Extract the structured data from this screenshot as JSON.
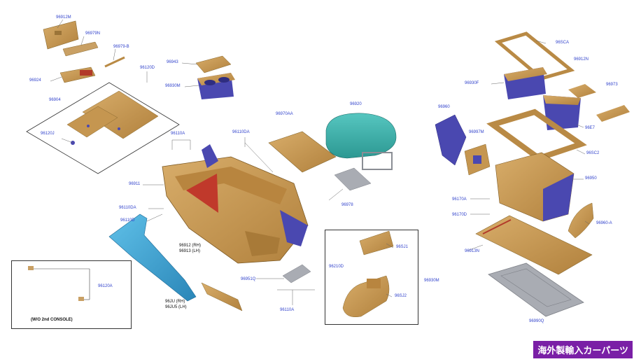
{
  "diagram": {
    "labels": [
      {
        "id": "l1",
        "text": "96912M"
      },
      {
        "id": "l2",
        "text": "96979N"
      },
      {
        "id": "l3",
        "text": "96979-B"
      },
      {
        "id": "l4",
        "text": "96924"
      },
      {
        "id": "l5",
        "text": "96120D"
      },
      {
        "id": "l6",
        "text": "96904"
      },
      {
        "id": "l7",
        "text": "96120J"
      },
      {
        "id": "l8",
        "text": "96943"
      },
      {
        "id": "l9",
        "text": "96930M"
      },
      {
        "id": "l10",
        "text": "96110A"
      },
      {
        "id": "l11",
        "text": "96110DA"
      },
      {
        "id": "l12",
        "text": "96970AA"
      },
      {
        "id": "l13",
        "text": "96920"
      },
      {
        "id": "l14",
        "text": "96911"
      },
      {
        "id": "l15",
        "text": "96110DA"
      },
      {
        "id": "l16",
        "text": "96110D"
      },
      {
        "id": "l17",
        "text": "96978"
      },
      {
        "id": "l18",
        "text": "96912 (RH)"
      },
      {
        "id": "l19",
        "text": "96913 (LH)"
      },
      {
        "id": "l20",
        "text": "96120A"
      },
      {
        "id": "l21",
        "text": "96951Q"
      },
      {
        "id": "l22",
        "text": "96110A"
      },
      {
        "id": "l23",
        "text": "96JU (RH)"
      },
      {
        "id": "l24",
        "text": "96JU5 (LH)"
      },
      {
        "id": "l25",
        "text": "96SJ1"
      },
      {
        "id": "l26",
        "text": "96210D"
      },
      {
        "id": "l27",
        "text": "96SJ2"
      },
      {
        "id": "l28",
        "text": "96930M"
      },
      {
        "id": "l29",
        "text": "96SCA"
      },
      {
        "id": "l30",
        "text": "96912N"
      },
      {
        "id": "l31",
        "text": "96973"
      },
      {
        "id": "l32",
        "text": "96930F"
      },
      {
        "id": "l33",
        "text": "96960"
      },
      {
        "id": "l34",
        "text": "96997M"
      },
      {
        "id": "l35",
        "text": "96E7"
      },
      {
        "id": "l36",
        "text": "96SC2"
      },
      {
        "id": "l37",
        "text": "96950"
      },
      {
        "id": "l38",
        "text": "96170A"
      },
      {
        "id": "l39",
        "text": "96170D"
      },
      {
        "id": "l40",
        "text": "96960-A"
      },
      {
        "id": "l41",
        "text": "96913N"
      },
      {
        "id": "l42",
        "text": "96990Q"
      }
    ],
    "box_caption": "(W/O 2nd CONSOLE)",
    "badge": "海外製輸入カーパーツ"
  },
  "colors": {
    "part_tan": "#c99a55",
    "part_blue": "#4a48b0",
    "part_teal": "#3fb3ad",
    "part_lightblue": "#3a9fd0",
    "part_gray": "#a9acb3",
    "label_blue": "#3344cc",
    "badge_purple": "#7a1fa6"
  }
}
